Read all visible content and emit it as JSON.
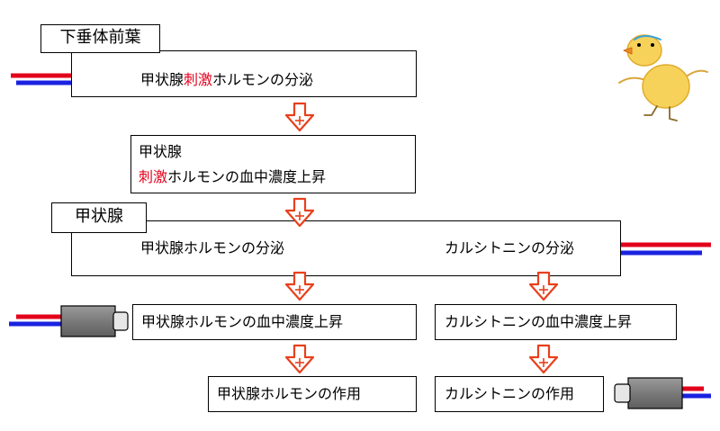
{
  "pituitary": {
    "label": "下垂体前葉",
    "secretion": {
      "prefix": "甲状腺",
      "highlight": "刺激",
      "suffix": "ホルモンの分泌"
    }
  },
  "tsh_level": {
    "line1": "甲状腺",
    "highlight": "刺激",
    "suffix": "ホルモンの血中濃度上昇"
  },
  "thyroid": {
    "label": "甲状腺",
    "hormone_secretion": "甲状腺ホルモンの分泌",
    "calcitonin_secretion": "カルシトニンの分泌"
  },
  "thyroid_hormone": {
    "level": "甲状腺ホルモンの血中濃度上昇",
    "action": "甲状腺ホルモンの作用"
  },
  "calcitonin": {
    "level": "カルシトニンの血中濃度上昇",
    "action": "カルシトニンの作用"
  },
  "colors": {
    "red": "#e3001b",
    "blue": "#1a22e0",
    "arrow": "#e8401c",
    "receptor": "#808080"
  },
  "icons": {
    "arrow": "plus-down-arrow-icon",
    "receptor": "receptor-block-icon",
    "mascot": "chick-mascot-icon"
  }
}
